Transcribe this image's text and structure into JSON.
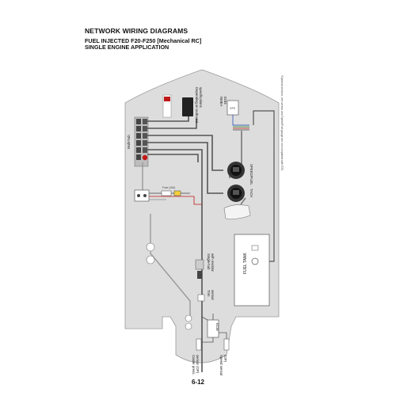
{
  "header": {
    "title": "NETWORK WIRING DIAGRAMS",
    "subtitle1": "FUEL INJECTED F20-F250 [Mechanical RC]",
    "subtitle2": "SINGLE ENGINE APPLICATION"
  },
  "labels": {
    "multi_hub": "Multi-hub",
    "depending": "Depending on outboard",
    "specification": "specifications",
    "nmea": "NMEA",
    "nmea_num": "0183",
    "speed_fuel": "SPEED/FUEL",
    "tach": "TACH",
    "fuse": "Fuse (15A)",
    "single_hub": "Single-hub",
    "with_resistor": "with resistor",
    "trim": "Trim",
    "sensor": "sensor",
    "fuel_tank": "FUEL TANK",
    "ecm": "ECM",
    "cooler_1": "Cooler press.",
    "cooler_2": "sensor (OP)",
    "speed_1": "Speed sensor",
    "speed_2": "(OP)",
    "side_note": "*Optional sensors, trim sensor and Speed/Fuel gauge are not compatible with F25."
  },
  "footer": {
    "page": "6-12"
  }
}
